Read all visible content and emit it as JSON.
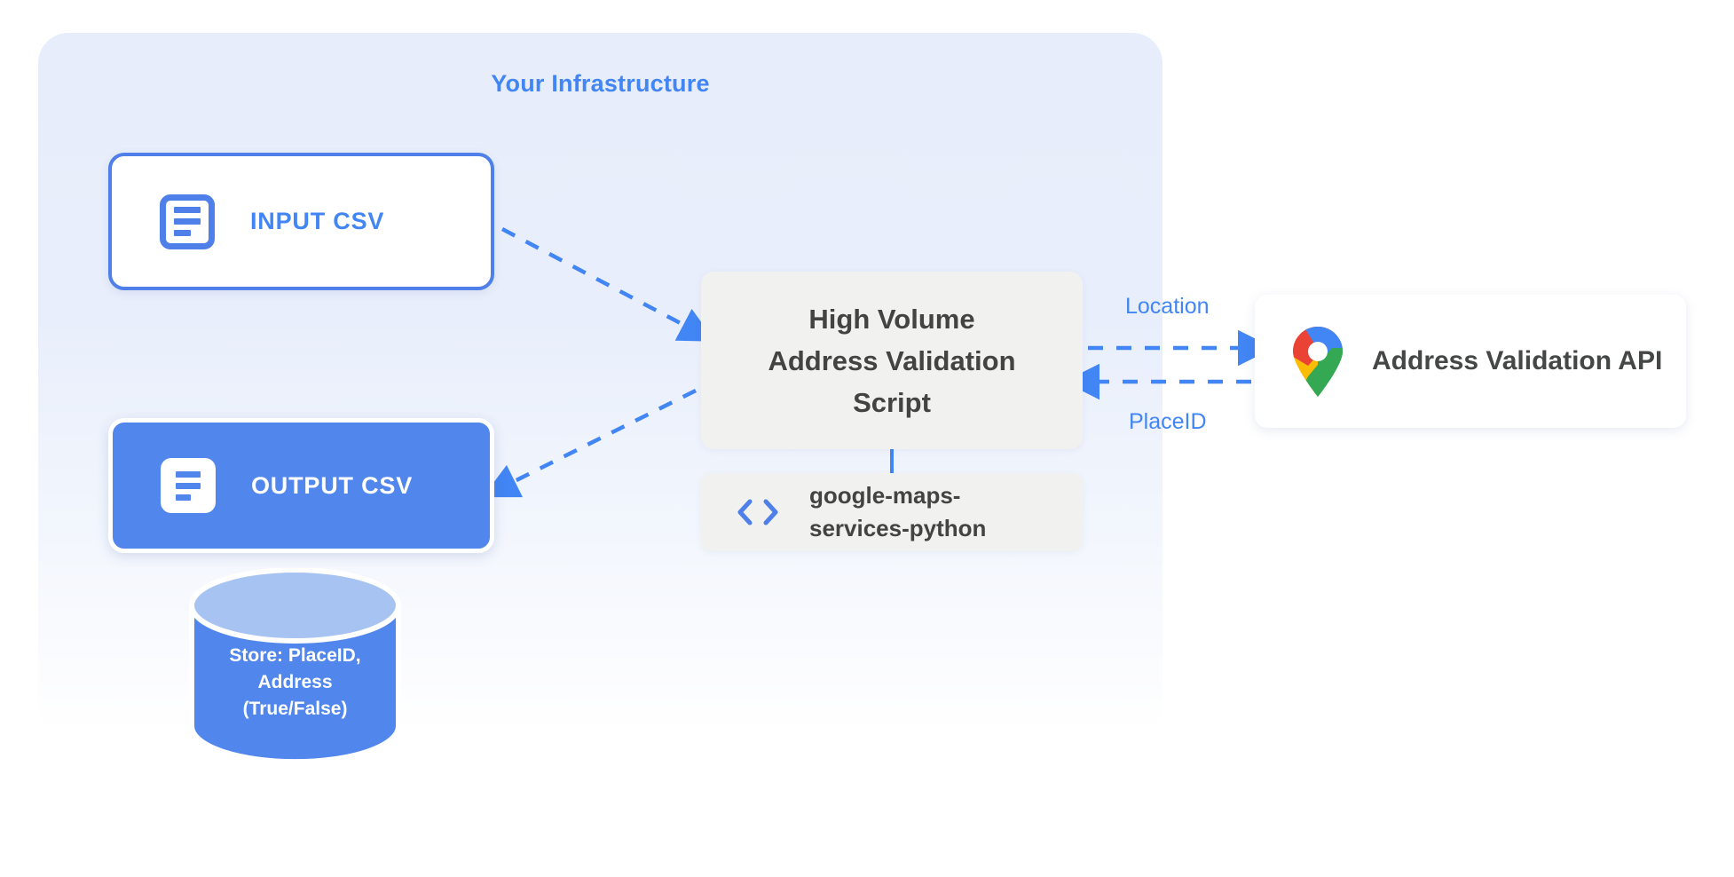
{
  "panel": {
    "title": "Your Infrastructure"
  },
  "nodes": {
    "input_csv": {
      "label": "INPUT CSV",
      "icon": "csv-document-icon"
    },
    "output_csv": {
      "label": "OUTPUT CSV",
      "icon": "csv-document-icon"
    },
    "script": {
      "lines": [
        "High Volume",
        "Address Validation",
        "Script"
      ]
    },
    "library": {
      "lines": [
        "google-maps-",
        "services-python"
      ],
      "icon": "code-brackets-icon"
    },
    "api": {
      "label": "Address Validation API",
      "icon": "google-maps-pin-icon"
    },
    "database": {
      "lines": [
        "Store: PlaceID,",
        "Address",
        "(True/False)"
      ]
    }
  },
  "edges": {
    "location_label": "Location",
    "placeid_label": "PlaceID"
  },
  "colors": {
    "accent_blue": "#4285f4",
    "node_blue": "#5186ec",
    "border_blue": "#4f7fe8",
    "panel_top": "#e7edfa",
    "gray_box": "#f1f1f0",
    "dark_text": "#434343",
    "db_top": "#a7c3f2",
    "maps_red": "#ea4335",
    "maps_yellow": "#fbbc04",
    "maps_green": "#34a853",
    "maps_blue": "#4285f4"
  }
}
